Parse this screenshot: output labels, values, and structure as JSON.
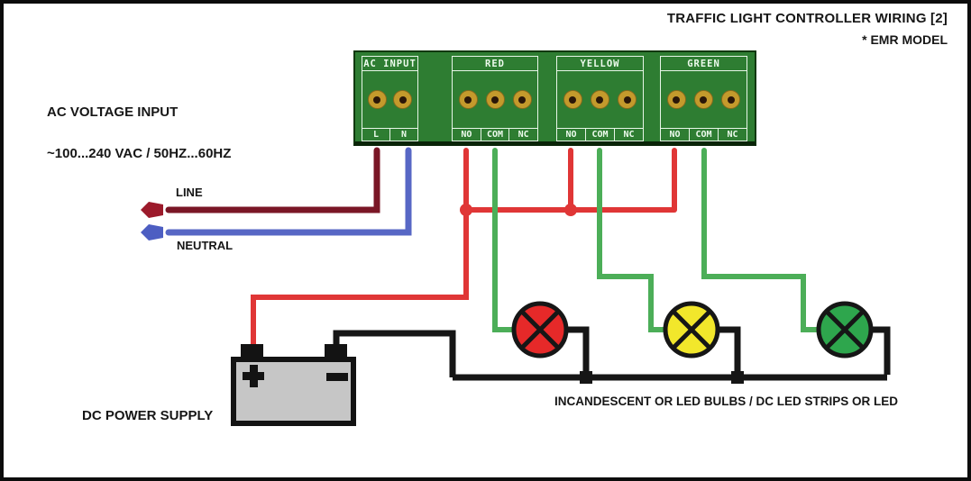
{
  "title": {
    "line1": "TRAFFIC LIGHT CONTROLLER WIRING [2]",
    "line2": "* EMR MODEL"
  },
  "ac_input": {
    "line1": "AC VOLTAGE INPUT",
    "line2": "~100...240 VAC / 50HZ...60HZ",
    "line_label": "LINE",
    "neutral_label": "NEUTRAL"
  },
  "board": {
    "sections": [
      {
        "name": "AC INPUT",
        "terminals": [
          "L",
          "N"
        ]
      },
      {
        "name": "RED",
        "terminals": [
          "NO",
          "COM",
          "NC"
        ]
      },
      {
        "name": "YELLOW",
        "terminals": [
          "NO",
          "COM",
          "NC"
        ]
      },
      {
        "name": "GREEN",
        "terminals": [
          "NO",
          "COM",
          "NC"
        ]
      }
    ]
  },
  "power_supply": {
    "label": "DC POWER SUPPLY",
    "plus": "+",
    "minus": "−"
  },
  "bulbs": {
    "note": "INCANDESCENT OR LED BULBS / DC LED STRIPS OR LED",
    "items": [
      {
        "name": "red-bulb",
        "color": "#e62929"
      },
      {
        "name": "yellow-bulb",
        "color": "#f2e72b"
      },
      {
        "name": "green-bulb",
        "color": "#2ea64d"
      }
    ]
  },
  "colors": {
    "board_green": "#2e7d32",
    "wire_red": "#e03636",
    "wire_dark_red": "#7a1626",
    "wire_blue": "#5767c5",
    "wire_green": "#4cae58",
    "wire_black": "#161616",
    "terminal_gold": "#c49a2c"
  }
}
